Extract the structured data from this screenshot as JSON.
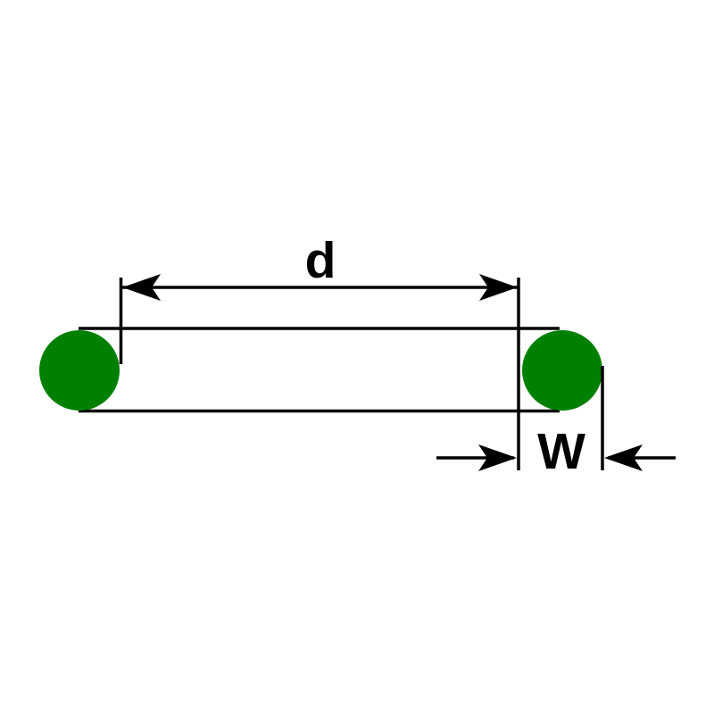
{
  "diagram": {
    "type": "o-ring-dimension-drawing",
    "labels": {
      "inner_diameter": "d",
      "cross_section_width": "W"
    },
    "colors": {
      "ring_fill": "#008000",
      "line": "#000000",
      "background": "#ffffff"
    }
  }
}
